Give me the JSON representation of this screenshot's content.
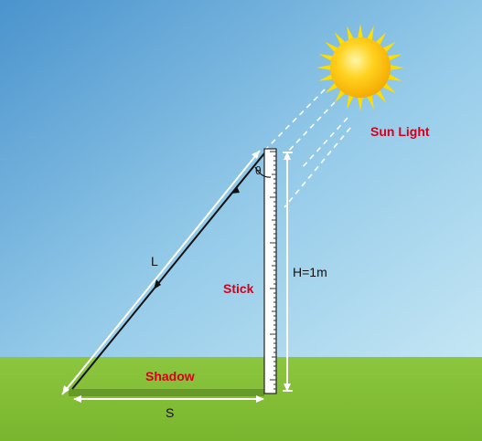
{
  "labels": {
    "sun_light": "Sun Light",
    "stick": "Stick",
    "shadow": "Shadow",
    "length": "L",
    "height": "H=1m",
    "shadow_length": "S",
    "angle": "θ"
  },
  "colors": {
    "sky_top": "#4a93cd",
    "sky_bottom": "#b6def0",
    "ground": "#8cc63f",
    "label_red": "#d6001c",
    "sun_core": "#ffcc00",
    "sun_rays": "#ffdd00"
  }
}
